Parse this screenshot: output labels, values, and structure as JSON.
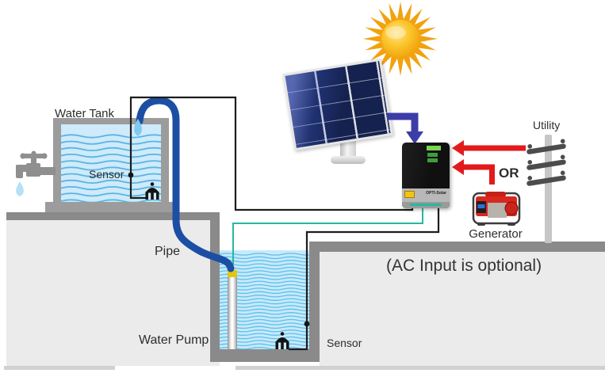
{
  "diagram": {
    "labels": {
      "water_tank": "Water Tank",
      "tank_sensor": "Sensor",
      "pipe": "Pipe",
      "water_pump": "Water Pump",
      "well_sensor": "Sensor",
      "utility": "Utility",
      "or": "OR",
      "generator": "Generator",
      "ac_note": "(AC Input is optional)"
    },
    "inverter": {
      "brand": "OPTI-Solar"
    },
    "colors": {
      "water_fill": "#cfeafa",
      "wave_line": "#57b6e2",
      "ground_wall": "#8a8a8a",
      "ground_fill": "#ebebeb",
      "pipe_blue": "#1c4fa4",
      "dc_arrow": "#3d3da8",
      "ac_arrow": "#e31a1c",
      "pump_cable": "#27b8a0",
      "sensor_wire": "#1c1c1c",
      "sun": "#f2a20e",
      "panel": "#152250",
      "generator_body": "#d8281f"
    },
    "icons": {
      "sun": "sun-icon",
      "solar_panel": "solar-panel-icon",
      "inverter": "inverter-icon",
      "utility_pole": "utility-pole-icon",
      "generator": "generator-icon",
      "faucet": "faucet-icon",
      "water_drop": "water-drop-icon",
      "float_switch": "float-switch-icon",
      "water_pump": "water-pump-icon"
    }
  }
}
